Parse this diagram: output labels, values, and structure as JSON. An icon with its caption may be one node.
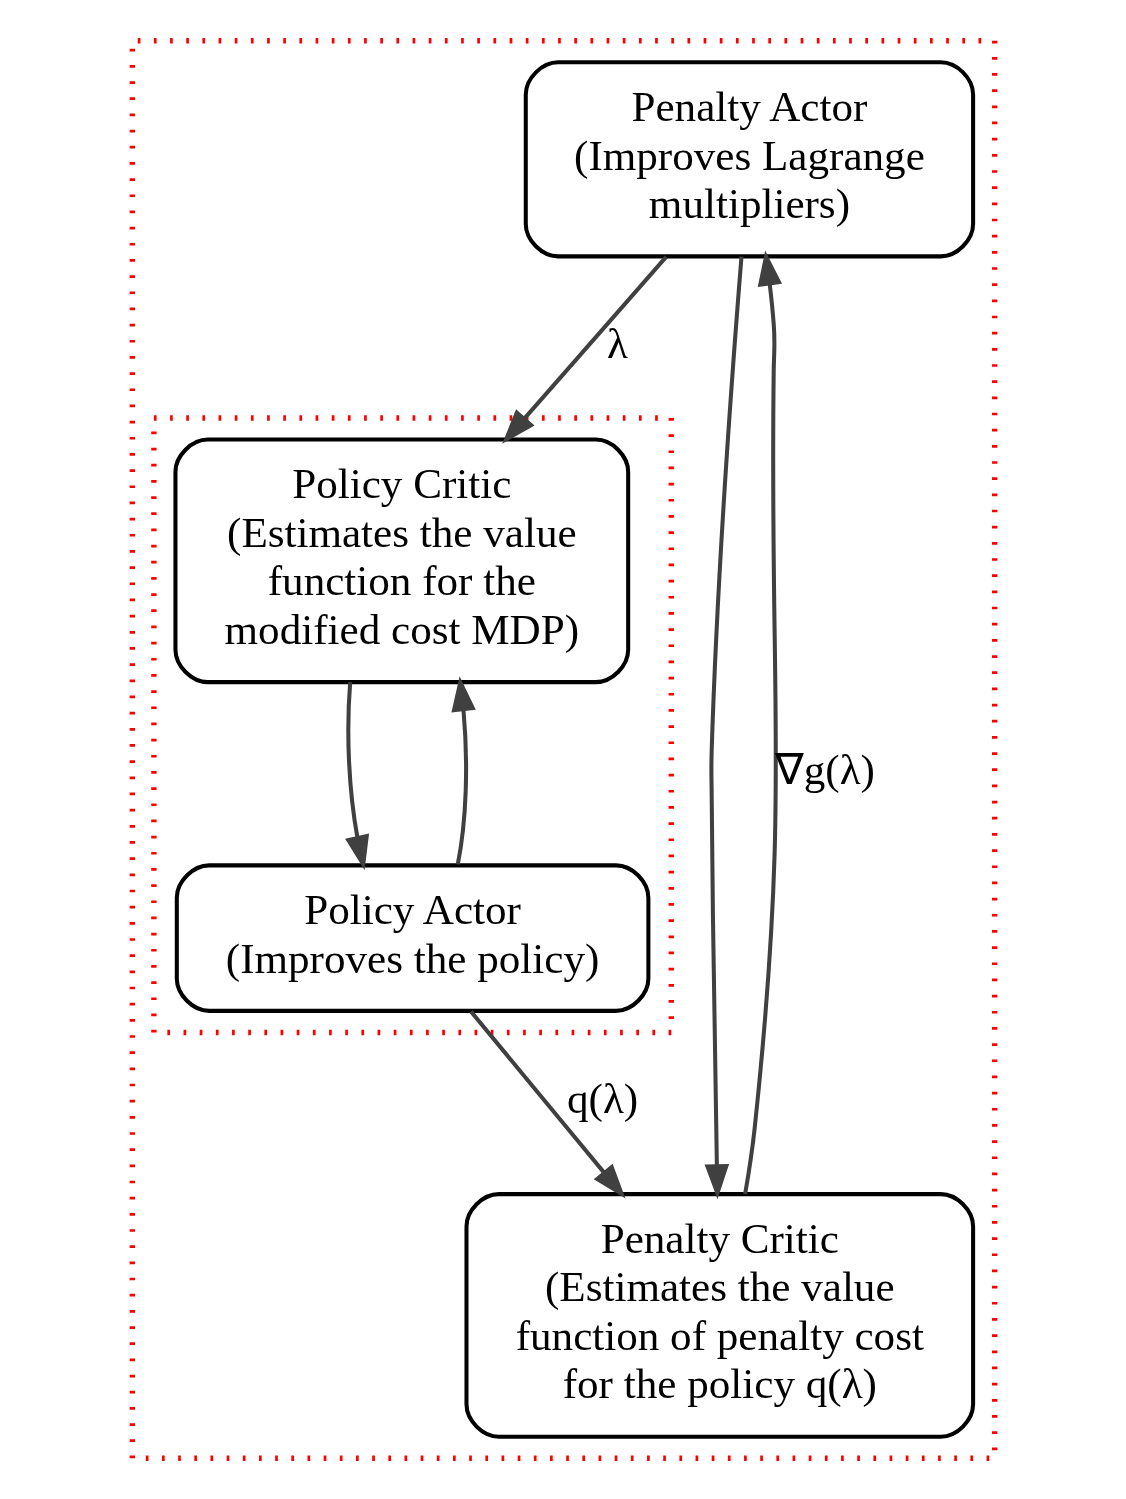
{
  "diagram": {
    "nodes": [
      {
        "text": [],
        "shape": "box"
      },
      {
        "text": [
          "Penalty Actor",
          "(Improves Lagrange multipliers)"
        ],
        "in": 0
      },
      {
        "text": [],
        "shape": "box",
        "in": 0
      },
      {
        "text": [
          "Policy Critic",
          "(Estimates the value function for the modified cost MDP)"
        ],
        "in": 2
      },
      {
        "text": [
          "Policy Actor",
          "(Improves the policy)"
        ],
        "in": 2
      },
      {
        "text": [
          "Penalty Critic",
          "(Estimates the value function of penalty cost for the policy q(λ)"
        ],
        "in": 0
      }
    ],
    "edges": [
      {
        "from": 1,
        "to": 3,
        "arrow": "to",
        "label": "λ"
      },
      {
        "from": 1,
        "to": 5,
        "arrow": "to"
      },
      {
        "from": 3,
        "to": 4,
        "arrow": "to"
      },
      {
        "from": 4,
        "to": 3,
        "arrow": "to"
      },
      {
        "from": 4,
        "to": 5,
        "arrow": "to",
        "label": "q(λ)"
      },
      {
        "from": 5,
        "to": 1,
        "arrow": "to",
        "label": "∇g(λ)"
      }
    ]
  }
}
